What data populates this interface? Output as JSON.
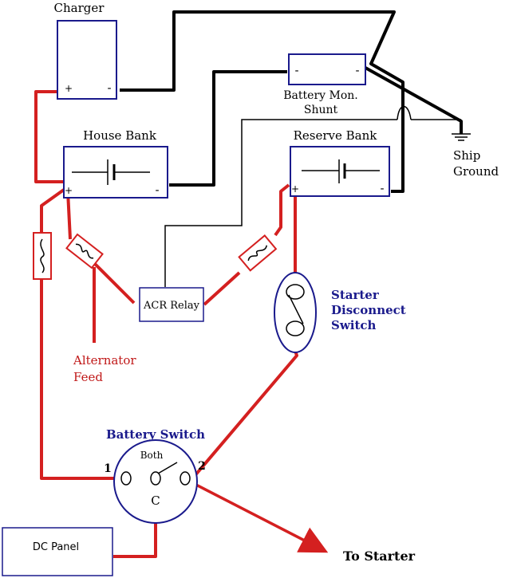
{
  "colors": {
    "positive": "#d42020",
    "negative": "#000000",
    "box_outline": "#1a1a8c",
    "label_blue": "#1a1a8c",
    "label_red": "#c01818",
    "label_black": "#000000"
  },
  "charger": {
    "title": "Charger",
    "plus": "+",
    "minus": "-"
  },
  "house_bank": {
    "title": "House Bank",
    "plus": "+",
    "minus": "-"
  },
  "reserve_bank": {
    "title": "Reserve Bank",
    "plus": "+",
    "minus": "-"
  },
  "shunt": {
    "label_line1": "Battery Mon.",
    "label_line2": "Shunt",
    "left_terminal": "-",
    "right_terminal": "-"
  },
  "ground": {
    "line1": "Ship",
    "line2": "Ground"
  },
  "acr_relay": {
    "label": "ACR Relay"
  },
  "alternator": {
    "line1": "Alternator",
    "line2": "Feed"
  },
  "starter_switch": {
    "line1": "Starter",
    "line2": "Disconnect",
    "line3": "Switch"
  },
  "battery_switch": {
    "title": "Battery Switch",
    "position_both": "Both",
    "position_1": "1",
    "position_2": "2",
    "common": "C"
  },
  "dc_panel": {
    "label": "DC Panel"
  },
  "to_starter": {
    "label": "To Starter"
  },
  "icons": [
    "fuse-icon",
    "battery-cell-icon",
    "ground-icon",
    "arrow-icon"
  ]
}
